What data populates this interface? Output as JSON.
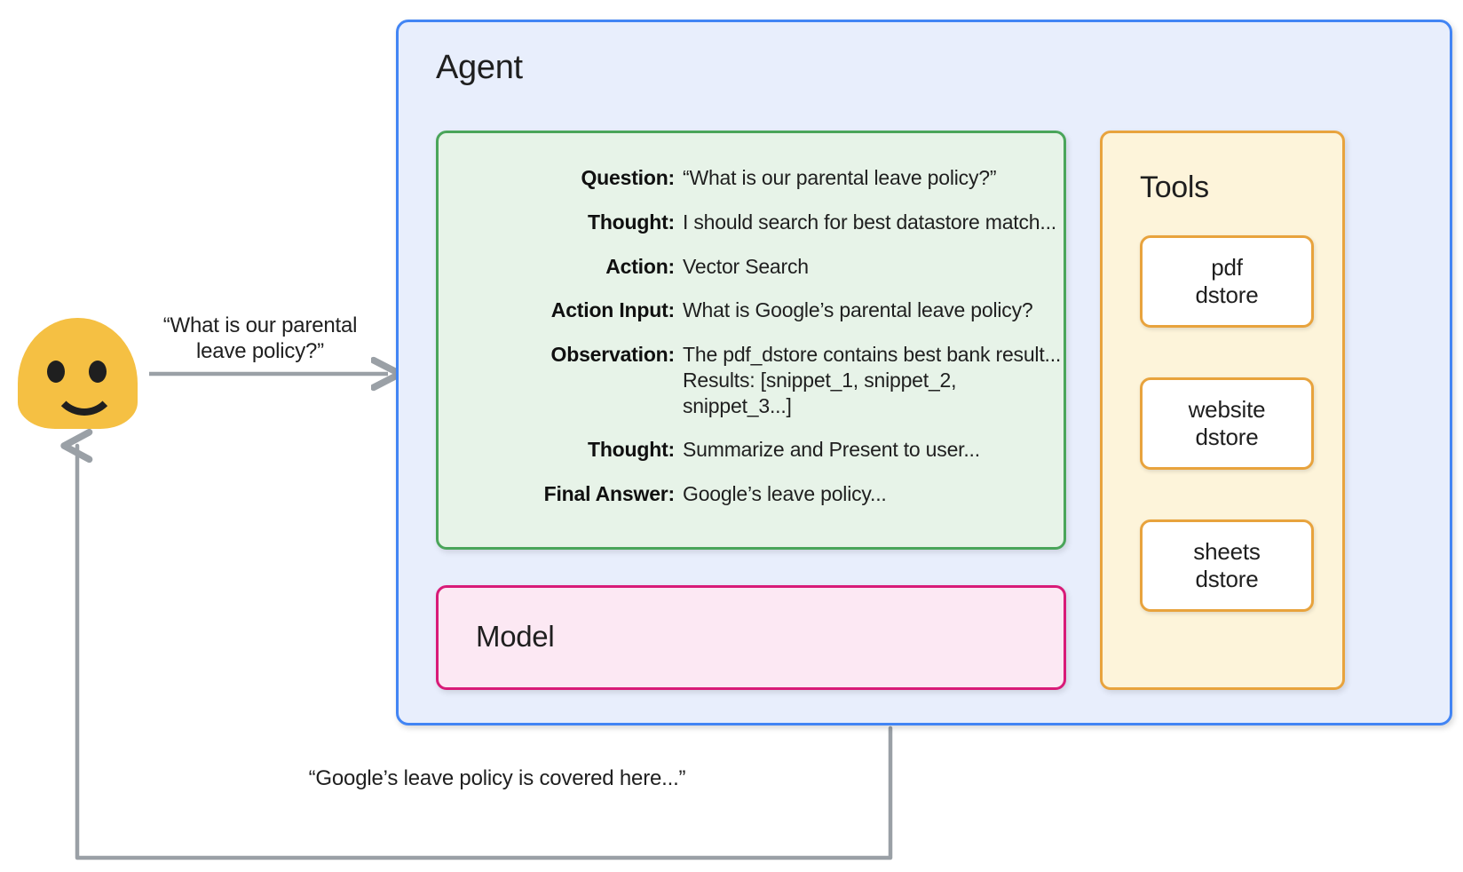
{
  "user": {
    "avatar_icon": "smiley-blob-avatar",
    "question_label": "“What is our parental\nleave policy?”",
    "answer_label": "“Google’s leave policy is covered here...”"
  },
  "agent": {
    "title": "Agent",
    "trace": {
      "rows": [
        {
          "label": "Question:",
          "value": "“What is our parental leave policy?”"
        },
        {
          "label": "Thought:",
          "value": "I should search for best datastore match..."
        },
        {
          "label": "Action:",
          "value": "Vector Search"
        },
        {
          "label": "Action Input:",
          "value": "What is Google’s parental leave policy?"
        },
        {
          "label": "Observation:",
          "value": "The pdf_dstore contains best bank result...\nResults: [snippet_1, snippet_2, snippet_3...]"
        },
        {
          "label": "Thought:",
          "value": "Summarize and Present to user..."
        },
        {
          "label": "Final Answer:",
          "value": "Google’s leave policy..."
        }
      ]
    },
    "model": {
      "title": "Model"
    },
    "tools": {
      "title": "Tools",
      "items": [
        {
          "label": "pdf\ndstore"
        },
        {
          "label": "website\ndstore"
        },
        {
          "label": "sheets\ndstore"
        }
      ]
    }
  },
  "colors": {
    "agent_border": "#4285f4",
    "agent_fill": "#e8eefc",
    "trace_border": "#4aa55a",
    "trace_fill": "#e7f3e8",
    "model_border": "#d81b78",
    "model_fill": "#fce8f3",
    "tools_border": "#e8a33d",
    "tools_fill": "#fdf4da",
    "tool_card_fill": "#ffffff",
    "avatar": "#f5c043",
    "arrow": "#9aa0a6",
    "dotted_connector": "#9aa0a6"
  }
}
